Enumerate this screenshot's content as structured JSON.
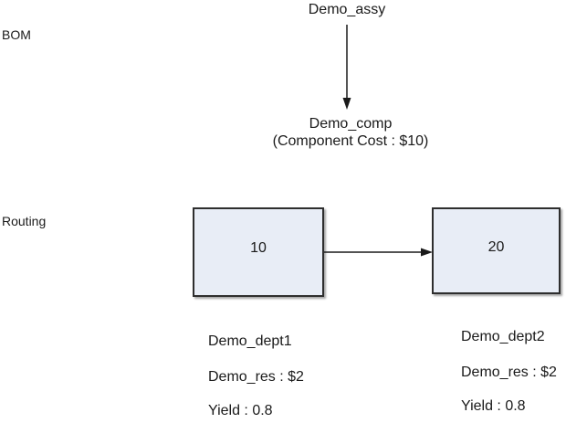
{
  "diagram": {
    "bom": {
      "label": "BOM",
      "assembly": "Demo_assy",
      "component": "Demo_comp",
      "component_note": "(Component Cost : $10)"
    },
    "routing": {
      "label": "Routing",
      "operations": [
        {
          "number": "10",
          "department": "Demo_dept1",
          "resource": "Demo_res : $2",
          "yield": "Yield : 0.8"
        },
        {
          "number": "20",
          "department": "Demo_dept2",
          "resource": "Demo_res : $2",
          "yield": "Yield : 0.8"
        }
      ]
    },
    "colors": {
      "background": "#ffffff",
      "text": "#1a1a1a",
      "arrow": "#1a1a1a",
      "box_fill": "#e8edf6",
      "box_border": "#2e2e2e"
    }
  }
}
